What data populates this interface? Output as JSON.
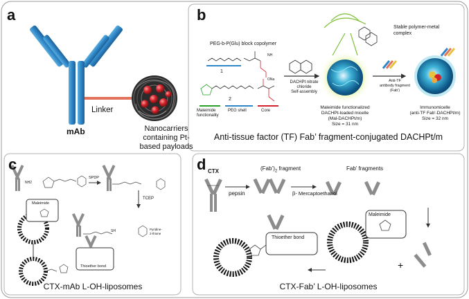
{
  "figure": {
    "panel_a": {
      "letter": "a",
      "antibody_label": "mAb",
      "linker_label": "Linker",
      "nanocarrier_label_1": "Nanocarriers",
      "nanocarrier_label_2": "containing Pt-",
      "nanocarrier_label_3": "based payloads"
    },
    "panel_b": {
      "letter": "b",
      "copolymer_title": "PEG-b-P(Glu) block copolymer",
      "step1": "1",
      "step2": "2",
      "legend_maleimide_1": "Maleimide",
      "legend_maleimide_2": "functionality",
      "legend_peg": "PEG shell",
      "legend_core": "Core",
      "dachpt_1": "DACHPt nitrate",
      "dachpt_2": "chloride",
      "dachpt_3": "Self-assembly",
      "stable_1": "Stable polymer-metal",
      "stable_2": "complex",
      "antitf_1": "Anti-TF",
      "antitf_2": "antibody fragment",
      "antitf_3": "(Fab')",
      "micelle_1": "Maleimide functionalized",
      "micelle_2": "DACHPt-loaded micelle",
      "micelle_3": "(Mal-DACHPt/m)",
      "micelle_4": "Size = 31 nm",
      "immuno_1": "Immunomicelle",
      "immuno_2": "(anti-TF Fab'-DACHPt/m)",
      "immuno_3": "Size = 32 nm",
      "caption": "Anti-tissue factor (TF) Fab’ fragment-conjugated DACHPt/m",
      "nh_label": "NH",
      "ona_label": "ONa"
    },
    "panel_c": {
      "letter": "c",
      "nh2": "NH2",
      "spdp": "SPDP",
      "tcep": "TCEP",
      "maleimide": "Maleimide",
      "pyridine_1": "Pyridine-",
      "pyridine_2": "2-thione",
      "thioether": "Thioether bond",
      "sh": "SH",
      "caption": "CTX-mAb L-OH-liposomes"
    },
    "panel_d": {
      "letter": "d",
      "ctx": "CTX",
      "fab2": "(Fab’)",
      "fab2_sub": "2",
      "fab2_suffix": "fragment",
      "pepsin": "pepsin",
      "mercapto": "β- Mercaptoethanol",
      "fab_frags": "Fab’ fragments",
      "maleimide": "Maleimide",
      "thioether": "Thioether bond",
      "plus": "+",
      "caption": "CTX-Fab’ L-OH-liposomes"
    }
  },
  "colors": {
    "antibody_blue": "#2f86c6",
    "linker_orange": "#e2725b",
    "payload_red": "#d2232a",
    "micelle_teal": "#1aa6b7",
    "gray_antibody": "#8c8c8c"
  }
}
